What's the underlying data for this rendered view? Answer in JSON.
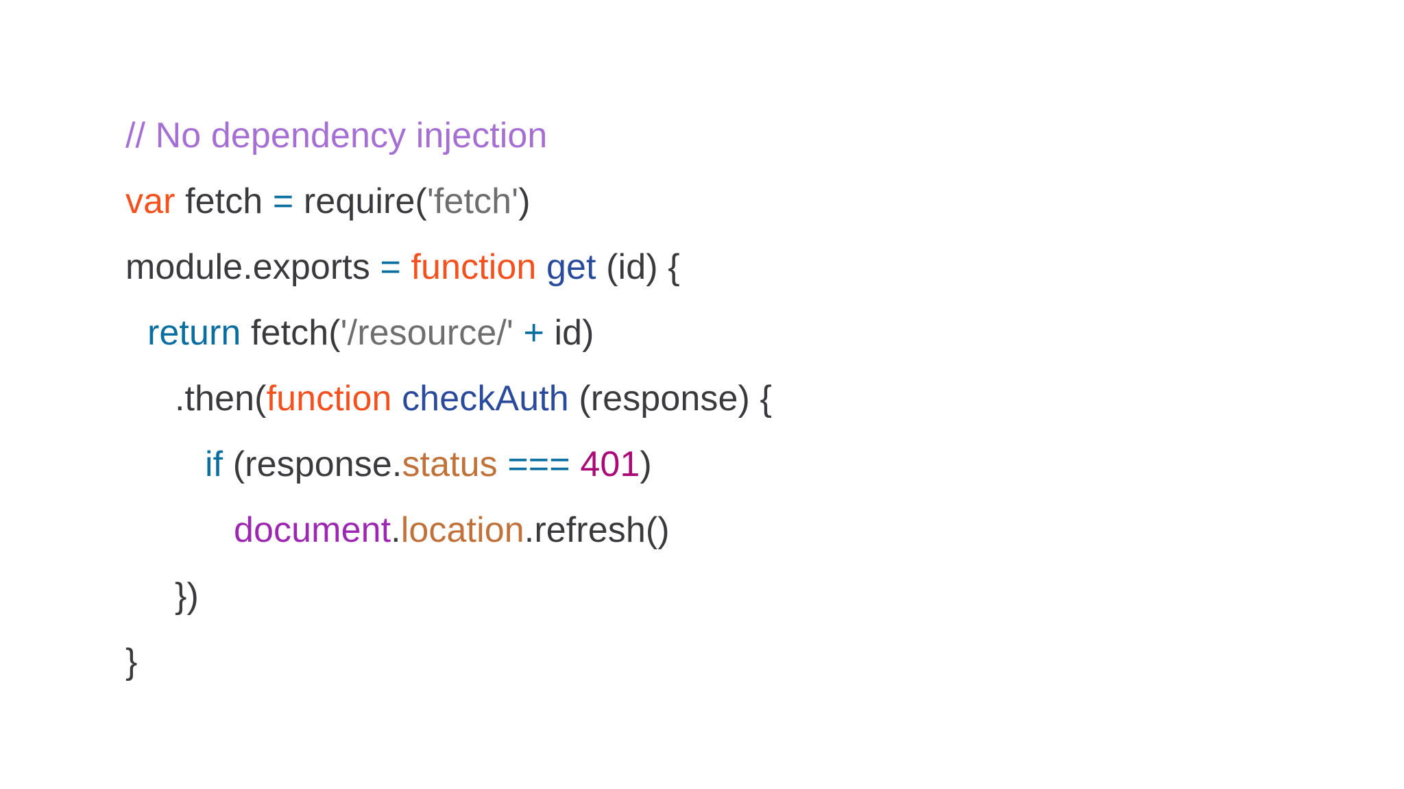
{
  "slide": {
    "background_color": "#ffffff",
    "code_language": "javascript"
  },
  "palette": {
    "comment": "#a56fd4",
    "keyword": "#f4511e",
    "control": "#0a6fa0",
    "operator": "#0a6fa0",
    "plain": "#3a3a3c",
    "string": "#6e6e6e",
    "function_name": "#2a4b9b",
    "property": "#c1713a",
    "number": "#aa0a78",
    "object": "#9c27b0"
  },
  "code": {
    "lines": [
      {
        "indent": 0,
        "tokens": [
          {
            "text": "// No dependency injection",
            "type": "comment"
          }
        ]
      },
      {
        "indent": 0,
        "tokens": [
          {
            "text": "var",
            "type": "keyword"
          },
          {
            "text": " fetch ",
            "type": "plain"
          },
          {
            "text": "=",
            "type": "operator"
          },
          {
            "text": " require(",
            "type": "plain"
          },
          {
            "text": "'fetch'",
            "type": "string"
          },
          {
            "text": ")",
            "type": "plain"
          }
        ]
      },
      {
        "indent": 0,
        "tokens": [
          {
            "text": "module.exports ",
            "type": "plain"
          },
          {
            "text": "=",
            "type": "operator"
          },
          {
            "text": " ",
            "type": "plain"
          },
          {
            "text": "function",
            "type": "keyword"
          },
          {
            "text": " ",
            "type": "plain"
          },
          {
            "text": "get",
            "type": "function_name"
          },
          {
            "text": " (id) {",
            "type": "plain"
          }
        ]
      },
      {
        "indent": 1,
        "tokens": [
          {
            "text": "return",
            "type": "control"
          },
          {
            "text": " fetch(",
            "type": "plain"
          },
          {
            "text": "'/resource/'",
            "type": "string"
          },
          {
            "text": " ",
            "type": "plain"
          },
          {
            "text": "+",
            "type": "operator"
          },
          {
            "text": " id)",
            "type": "plain"
          }
        ]
      },
      {
        "indent": 2,
        "tokens": [
          {
            "text": ".then(",
            "type": "plain"
          },
          {
            "text": "function",
            "type": "keyword"
          },
          {
            "text": " ",
            "type": "plain"
          },
          {
            "text": "checkAuth",
            "type": "function_name"
          },
          {
            "text": " (response) {",
            "type": "plain"
          }
        ]
      },
      {
        "indent": 3,
        "tokens": [
          {
            "text": "if",
            "type": "control"
          },
          {
            "text": " (response.",
            "type": "plain"
          },
          {
            "text": "status",
            "type": "property"
          },
          {
            "text": " ",
            "type": "plain"
          },
          {
            "text": "===",
            "type": "operator"
          },
          {
            "text": " ",
            "type": "plain"
          },
          {
            "text": "401",
            "type": "number"
          },
          {
            "text": ")",
            "type": "plain"
          }
        ]
      },
      {
        "indent": 4,
        "tokens": [
          {
            "text": "document",
            "type": "object"
          },
          {
            "text": ".",
            "type": "plain"
          },
          {
            "text": "location",
            "type": "property"
          },
          {
            "text": ".refresh()",
            "type": "plain"
          }
        ]
      },
      {
        "indent": 2,
        "tokens": [
          {
            "text": "})",
            "type": "plain"
          }
        ]
      },
      {
        "indent": 0,
        "tokens": [
          {
            "text": "}",
            "type": "plain"
          }
        ]
      }
    ]
  }
}
